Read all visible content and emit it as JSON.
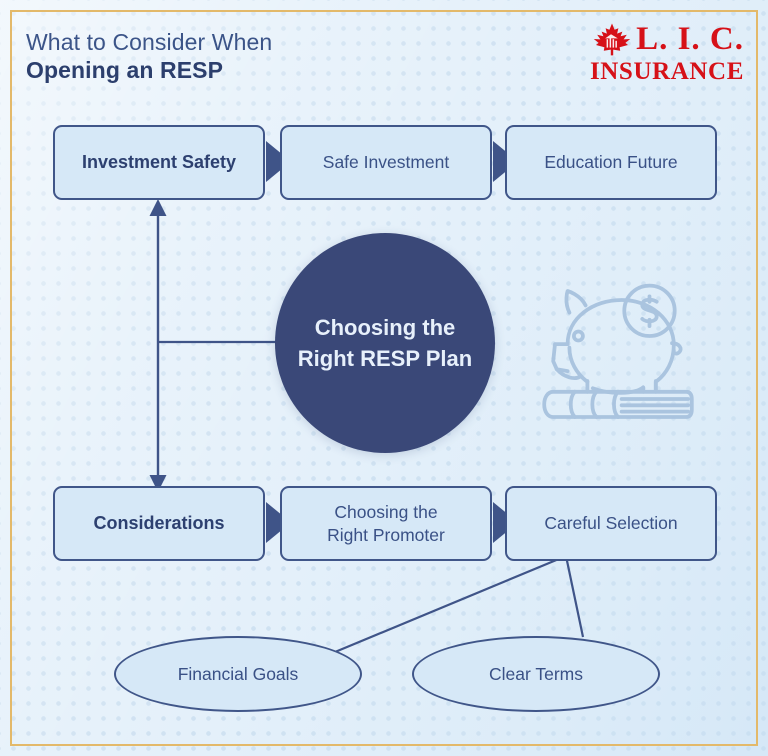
{
  "header": {
    "title_line1": "What to Consider When",
    "title_line2": "Opening an RESP",
    "logo_primary": "L. I. C.",
    "logo_secondary": "INSURANCE",
    "logo_color": "#d61118"
  },
  "center": {
    "label_line1": "Choosing the",
    "label_line2": "Right RESP Plan",
    "fill_color": "#3a4878",
    "text_color": "#e7f0fb"
  },
  "rows": {
    "top": [
      {
        "label": "Investment Safety",
        "emphasis": "bold"
      },
      {
        "label": "Safe Investment",
        "emphasis": "normal"
      },
      {
        "label": "Education Future",
        "emphasis": "normal"
      }
    ],
    "bottom": [
      {
        "label": "Considerations",
        "emphasis": "bold"
      },
      {
        "label_line1": "Choosing the",
        "label_line2": "Right Promoter",
        "emphasis": "normal"
      },
      {
        "label": "Careful Selection",
        "emphasis": "normal"
      }
    ]
  },
  "ellipses": [
    {
      "label": "Financial Goals"
    },
    {
      "label": "Clear Terms"
    }
  ],
  "illustration": {
    "name": "piggy-bank-on-books-with-dollar-coin",
    "line_color": "#a8c2de"
  },
  "theme": {
    "background": "#e4f0fa",
    "frame_border": "#e3b96a",
    "box_fill": "#d6e8f7",
    "box_border": "#405689",
    "text_navy": "#3a5186",
    "text_navy_dark": "#2c3f6d",
    "connector": "#3f5488"
  }
}
